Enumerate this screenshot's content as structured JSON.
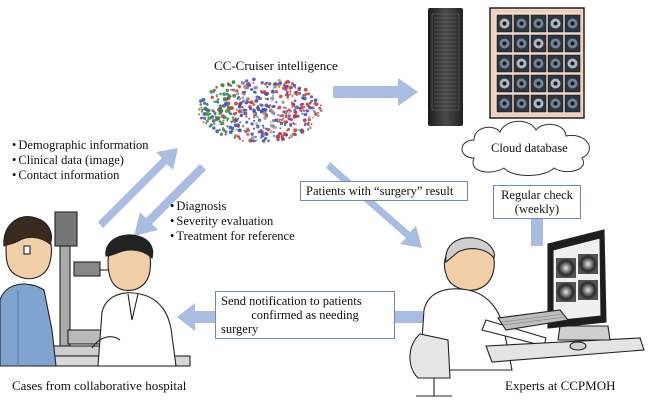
{
  "title": "CC-Cruiser intelligence",
  "left_bullets": [
    "Demographic information",
    "Clinical data (image)",
    "Contact information"
  ],
  "mid_bullets": [
    "Diagnosis",
    "Severity evaluation",
    "Treatment for reference"
  ],
  "cloud_database": "Cloud database",
  "surgery_result": "Patients with “surgery” result",
  "regular_check": [
    "Regular check",
    "(weekly)"
  ],
  "notification": [
    "Send notification to patients",
    "confirmed as needing",
    "surgery"
  ],
  "caption_left": "Cases from collaborative hospital",
  "caption_right": "Experts at CCPMOH",
  "icons": [
    "server-icon",
    "monitor-icon",
    "cloud-icon",
    "ai-network-icon",
    "doctor-icon",
    "patient-icon",
    "slit-lamp-icon",
    "expert-icon",
    "computer-icon"
  ],
  "colors": {
    "arrow": "#a9bde3",
    "box_border": "#6f86b8",
    "monitor_bg": "#f4d8c8"
  }
}
